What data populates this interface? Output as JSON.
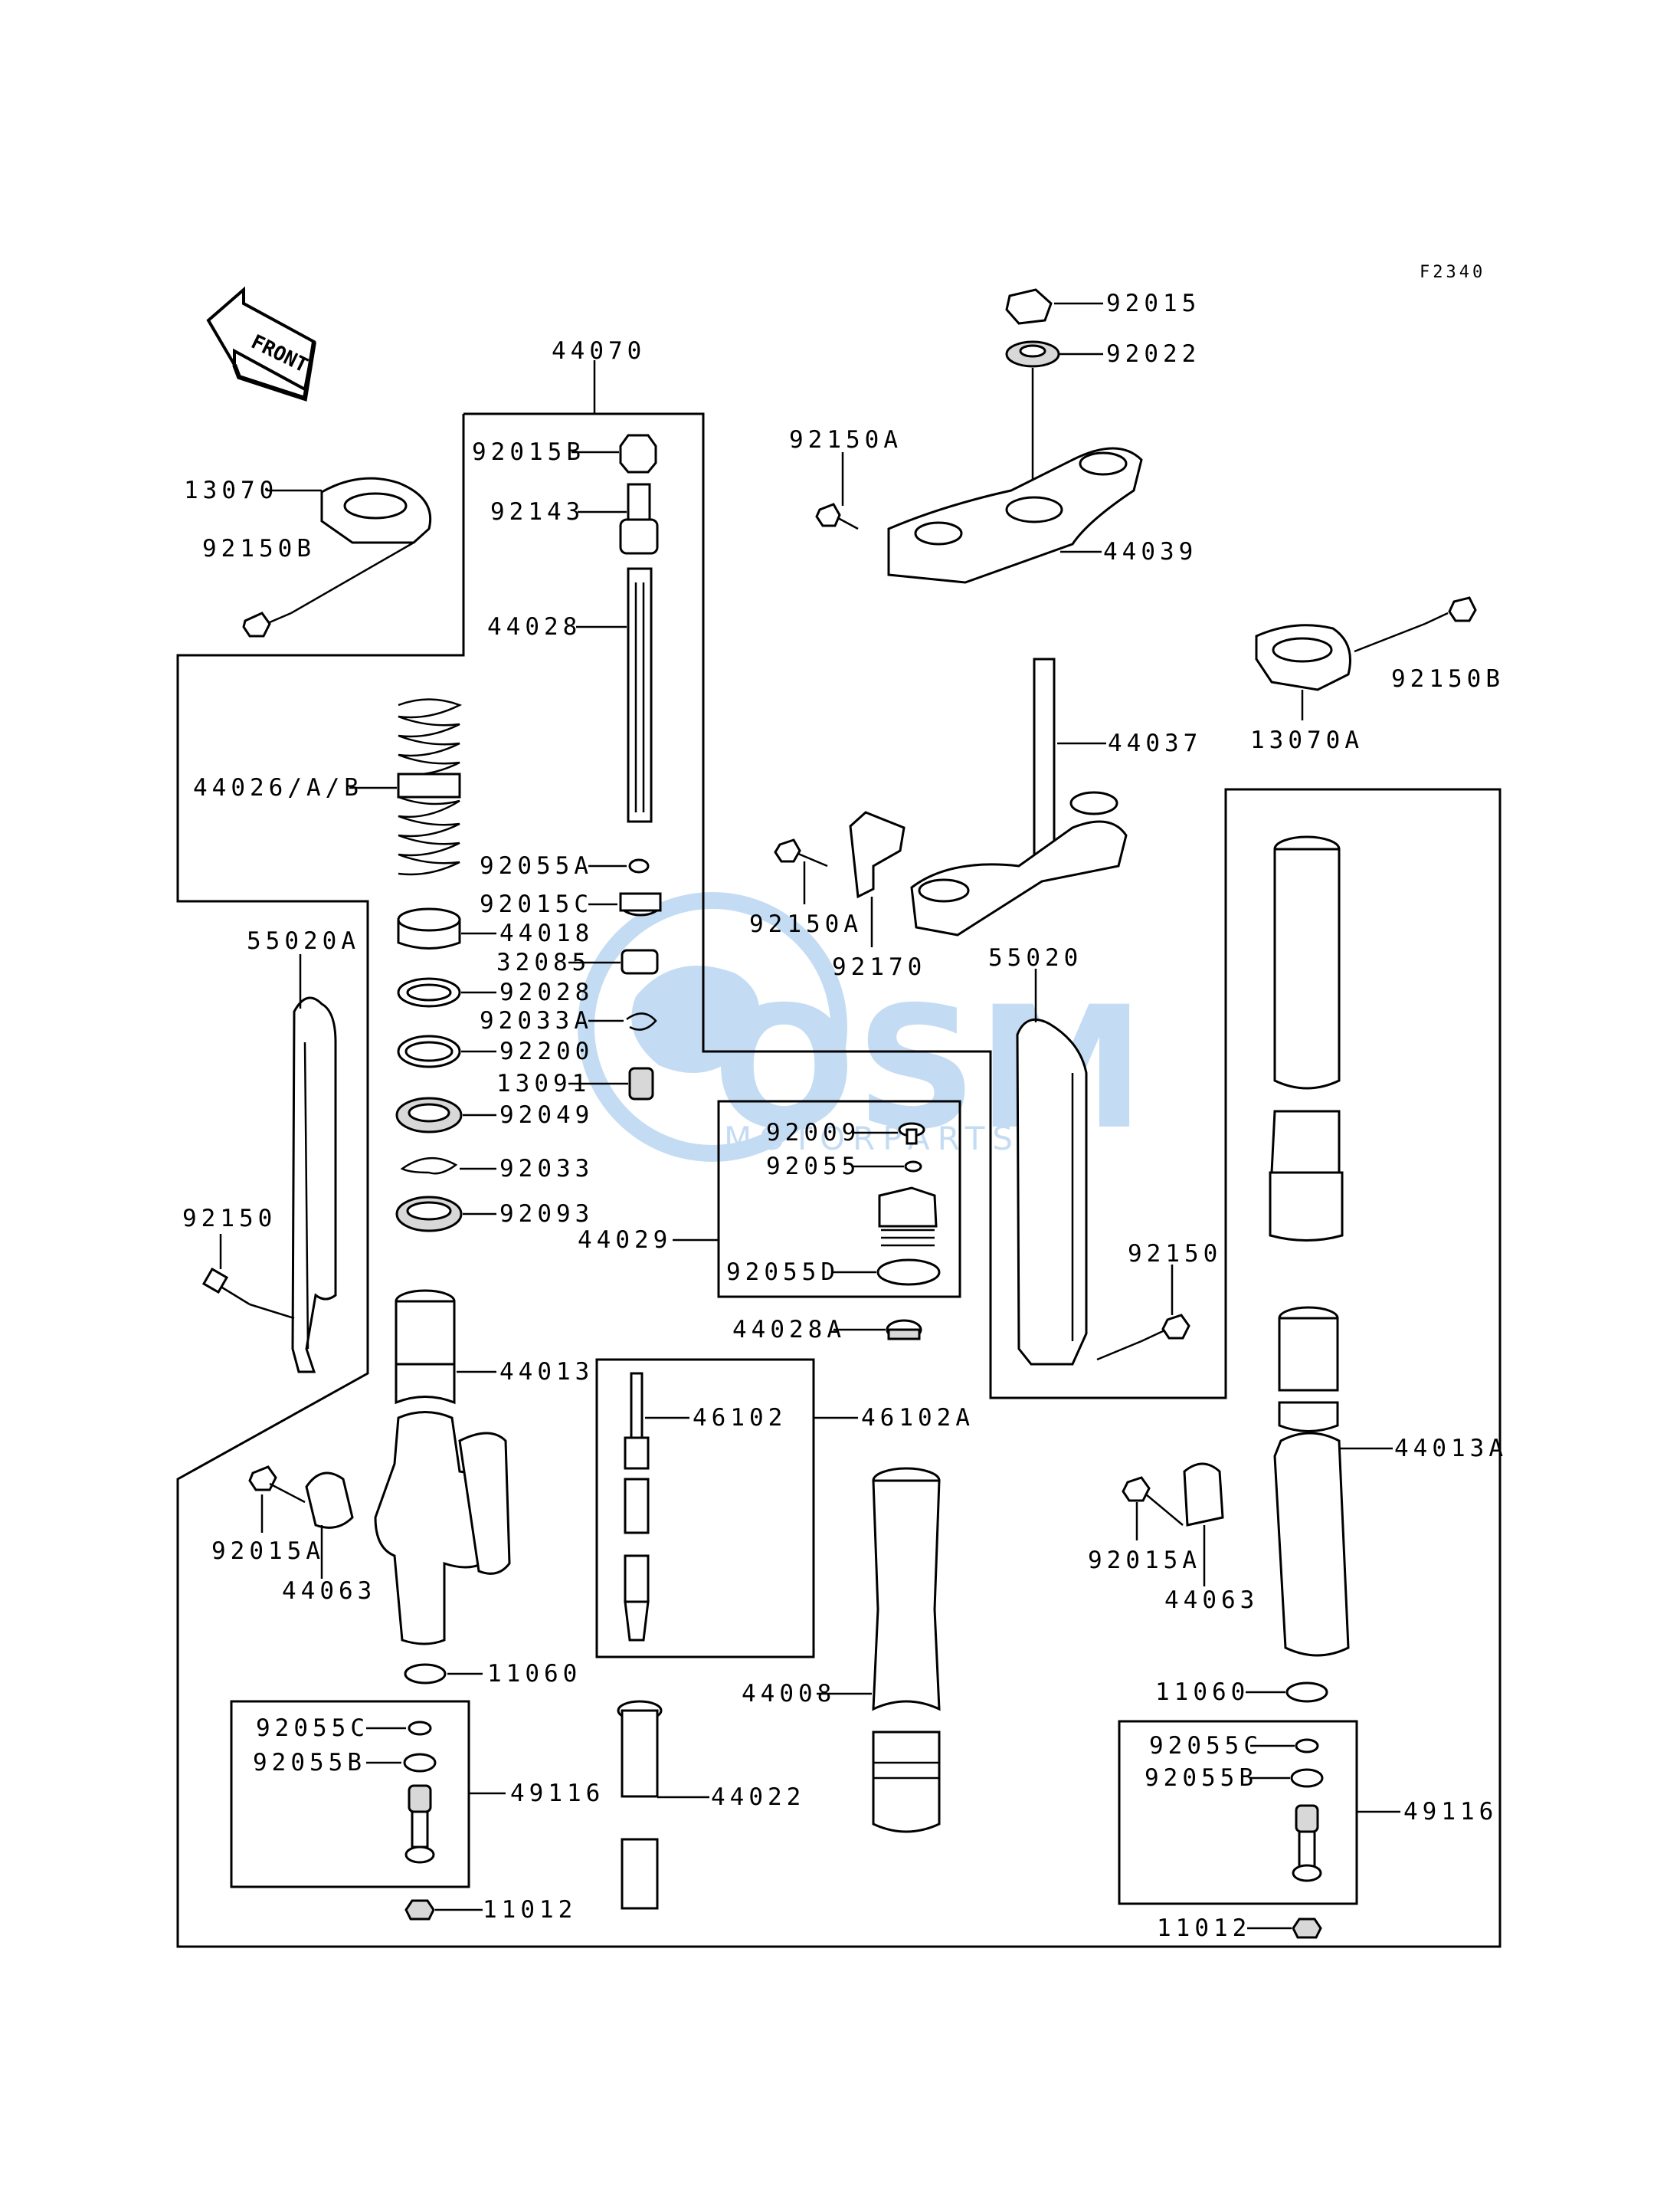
{
  "figure_code": "F2340",
  "front_label": "FRONT",
  "watermark": {
    "brand": "OSM",
    "sub": "MOTORPARTS",
    "color": "#2f86d6"
  },
  "labels": {
    "p44070": "44070",
    "p92015B": "92015B",
    "p92143": "92143",
    "p44028": "44028",
    "p92055A": "92055A",
    "p92015C": "92015C",
    "p32085": "32085",
    "p92033A": "92033A",
    "p13091": "13091",
    "p44026": "44026/A/B",
    "p44018": "44018",
    "p92028": "92028",
    "p92200": "92200",
    "p92049": "92049",
    "p92033": "92033",
    "p92093": "92093",
    "p44013": "44013",
    "p13070": "13070",
    "p92150B_l": "92150B",
    "p55020A": "55020A",
    "p92150_l": "92150",
    "p92015A_l": "92015A",
    "p44063_l": "44063",
    "p11060_l": "11060",
    "p92055C_l": "92055C",
    "p92055B_l": "92055B",
    "p49116_l": "49116",
    "p11012_l": "11012",
    "p92009": "92009",
    "p92055": "92055",
    "p44029": "44029",
    "p92055D": "92055D",
    "p44028A": "44028A",
    "p46102": "46102",
    "p46102A": "46102A",
    "p44008": "44008",
    "p44022": "44022",
    "p92015": "92015",
    "p92022": "92022",
    "p92150A_t": "92150A",
    "p44039": "44039",
    "p44037": "44037",
    "p92150A_m": "92150A",
    "p92170": "92170",
    "p13070A": "13070A",
    "p92150B_r": "92150B",
    "p55020": "55020",
    "p92150_r": "92150",
    "p44013A": "44013A",
    "p92015A_r": "92015A",
    "p44063_r": "44063",
    "p11060_r": "11060",
    "p92055C_r": "92055C",
    "p92055B_r": "92055B",
    "p49116_r": "49116",
    "p11012_r": "11012"
  }
}
